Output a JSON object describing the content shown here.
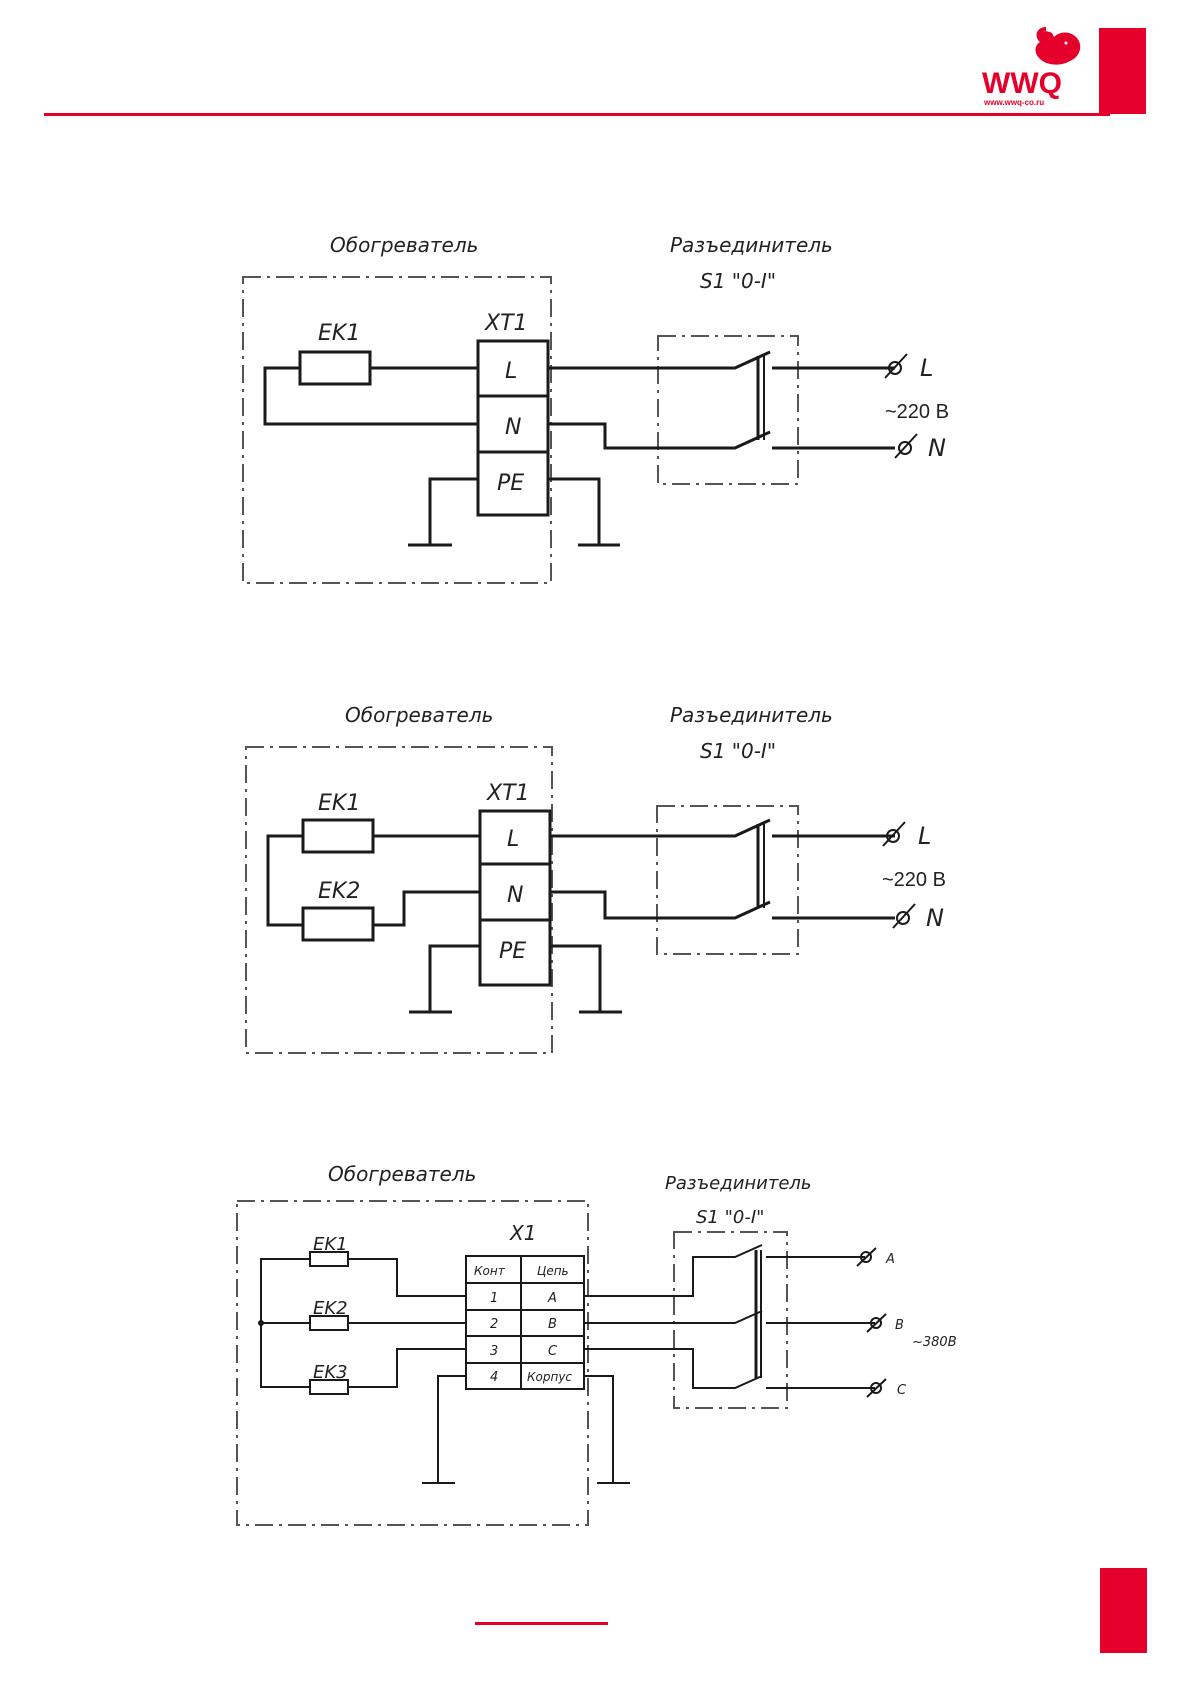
{
  "brand": {
    "logo_text": "WWQ",
    "logo_url_text": "www.wwq-co.ru",
    "accent_color": "#e4002b",
    "logo_icon": "elephant-icon"
  },
  "diagrams": [
    {
      "heater_label": "Обогреватель",
      "switch_label": "Разъединитель",
      "switch_id": "S1 \"0-I\"",
      "heaters": [
        "EK1"
      ],
      "terminal_block": "XT1",
      "terminals": [
        "L",
        "N",
        "PE"
      ],
      "supply_terminals": [
        "L",
        "N"
      ],
      "voltage": "~220 В"
    },
    {
      "heater_label": "Обогреватель",
      "switch_label": "Разъединитель",
      "switch_id": "S1 \"0-I\"",
      "heaters": [
        "EK1",
        "EK2"
      ],
      "terminal_block": "XT1",
      "terminals": [
        "L",
        "N",
        "PE"
      ],
      "supply_terminals": [
        "L",
        "N"
      ],
      "voltage": "~220 В"
    },
    {
      "heater_label": "Обогреватель",
      "switch_label": "Разъединитель",
      "switch_id": "S1 \"0-I\"",
      "heaters": [
        "EK1",
        "EK2",
        "EK3"
      ],
      "terminal_block": "X1",
      "table_headers": [
        "Конт",
        "Цепь"
      ],
      "table_rows": [
        [
          "1",
          "A"
        ],
        [
          "2",
          "B"
        ],
        [
          "3",
          "C"
        ],
        [
          "4",
          "Корпус"
        ]
      ],
      "supply_terminals": [
        "A",
        "B",
        "C"
      ],
      "voltage": "~380В"
    }
  ]
}
